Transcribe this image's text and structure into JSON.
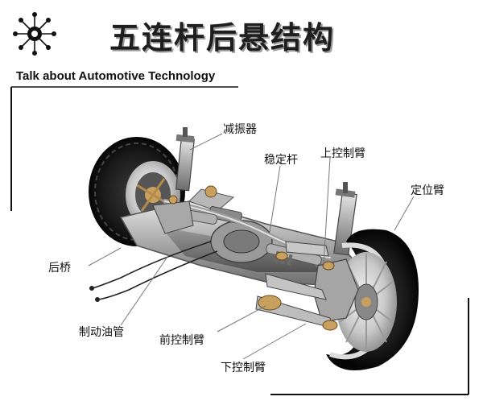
{
  "header": {
    "title": "五连杆后悬结构",
    "subtitle": "Talk about Automotive Technology"
  },
  "labels": {
    "shock_absorber": "减振器",
    "stabilizer_bar": "稳定杆",
    "upper_control_arm": "上控制臂",
    "trailing_arm": "定位臂",
    "rear_axle": "后桥",
    "brake_line": "制动油管",
    "front_control_arm": "前控制臂",
    "lower_control_arm": "下控制臂"
  }
}
